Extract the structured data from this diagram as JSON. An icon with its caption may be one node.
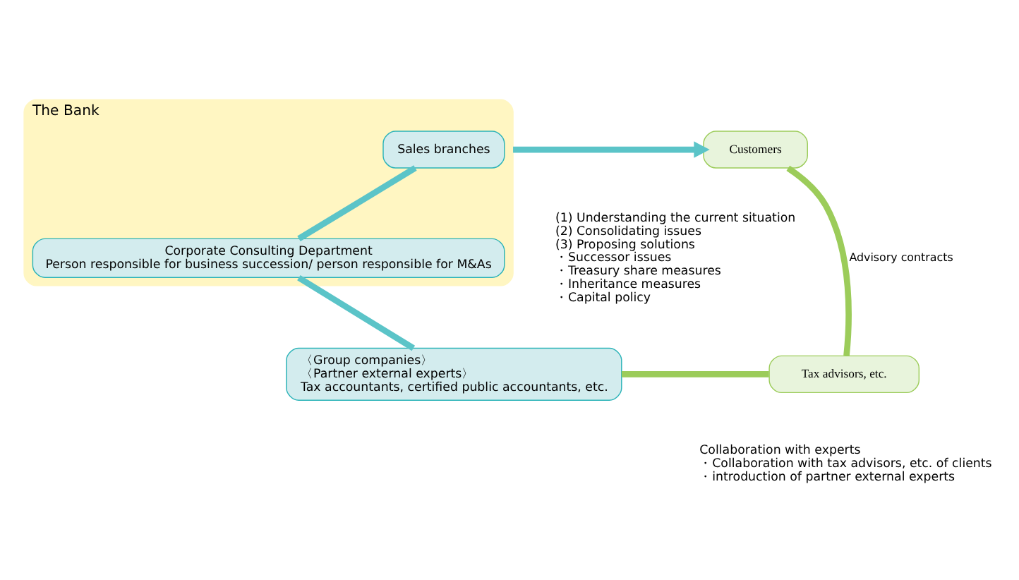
{
  "diagram": {
    "nodes": [
      {
        "text": [
          "The Bank"
        ]
      },
      {
        "text": [
          "Sales branches"
        ],
        "in": 0
      },
      {
        "text": [
          "Corporate Consulting Department",
          "Person responsible for business succession/ person responsible for M&As"
        ],
        "in": 0
      },
      {
        "text": [
          "〈Group companies〉",
          "〈Partner external experts〉",
          "Tax accountants, certified public accountants, etc."
        ]
      },
      {
        "text": [
          "Customers"
        ]
      },
      {
        "text": [
          "Tax advisors, etc."
        ]
      }
    ],
    "edges": [
      {
        "from": 1,
        "to": 2,
        "arrow": "none"
      },
      {
        "from": 2,
        "to": 3,
        "arrow": "none"
      },
      {
        "from": 0,
        "to": 4,
        "arrow": "to"
      },
      {
        "from": 4,
        "to": 5,
        "arrow": "none",
        "label": "Advisory contracts",
        "color": "#9ccc5a"
      },
      {
        "from": 3,
        "to": 5,
        "arrow": "none",
        "color": "#9ccc5a"
      }
    ],
    "labels": [
      "(1) Understanding the current situation",
      "(2) Consolidating issues",
      "(3) Proposing solutions",
      "・Successor issues",
      "・Treasury share measures",
      "・Inheritance measures",
      "・Capital policy",
      "Collaboration with experts",
      "・Collaboration with tax advisors, etc. of clients",
      "・introduction of partner external experts"
    ]
  }
}
